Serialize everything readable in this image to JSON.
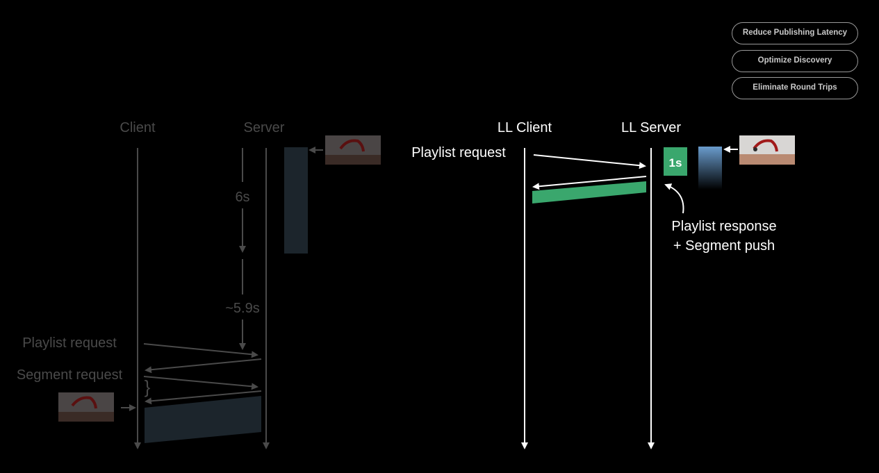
{
  "pills": [
    {
      "label": "Reduce Publishing Latency"
    },
    {
      "label": "Optimize Discovery"
    },
    {
      "label": "Eliminate Round Trips"
    }
  ],
  "legacy": {
    "client_label": "Client",
    "server_label": "Server",
    "interval_1": "6s",
    "interval_2": "~5.9s",
    "playlist_request": "Playlist request",
    "segment_request": "Segment request",
    "brace": "}"
  },
  "low_latency": {
    "client_label": "LL Client",
    "server_label": "LL Server",
    "playlist_request": "Playlist request",
    "part_duration": "1s",
    "response_line_1": "Playlist response",
    "response_line_2": "+ Segment push"
  },
  "colors": {
    "legacy_gray": "#4a4a4a",
    "legacy_block": "#1c252c",
    "ll_green": "#3aa76d",
    "ll_blue": "#5d8fc0",
    "white": "#ffffff"
  }
}
